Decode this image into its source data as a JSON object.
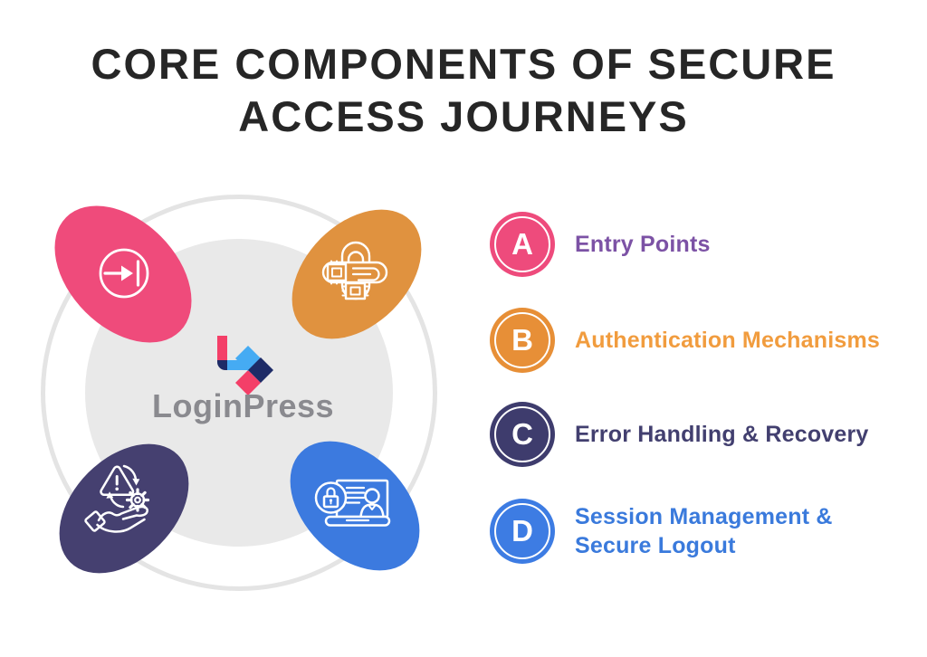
{
  "title": {
    "line1": "CORE COMPONENTS OF SECURE",
    "line2": "ACCESS JOURNEYS"
  },
  "center": {
    "brand": "LoginPress",
    "logo_icon": "loginpress-arrow-logo"
  },
  "legend": {
    "items": [
      {
        "key": "A",
        "label": "Entry Points",
        "badge_color": "#EE4B7C",
        "text_color": "#7C52A5",
        "icon": "login-arrow-icon"
      },
      {
        "key": "B",
        "label": "Authentication Mechanisms",
        "badge_color": "#E78F37",
        "text_color": "#F19C3E",
        "icon": "security-key-icon"
      },
      {
        "key": "C",
        "label": "Error Handling & Recovery",
        "badge_color": "#3E3C6D",
        "text_color": "#423F6F",
        "icon": "error-recovery-icon"
      },
      {
        "key": "D",
        "label": "Session Management &\nSecure Logout",
        "badge_color": "#3D7CE3",
        "text_color": "#3A7ADC",
        "icon": "secure-session-icon"
      }
    ]
  },
  "diagram": {
    "circle_fill": "#E9E9E9",
    "ring_color": "#E4E4E4",
    "blobs": [
      {
        "name": "entry-points",
        "color": "#EF4B7B"
      },
      {
        "name": "authentication-mechanisms",
        "color": "#E0923F"
      },
      {
        "name": "error-handling-recovery",
        "color": "#454070"
      },
      {
        "name": "session-management-secure-logout",
        "color": "#3C7ADF"
      }
    ]
  },
  "colors": {
    "background": "#FFFFFF",
    "title": "#262626",
    "brand_gray": "#8A8A8F",
    "logo_pink": "#F43F68",
    "logo_blue": "#45ABF3",
    "logo_navy": "#1E2B67",
    "icon_stroke": "#FFFFFF"
  }
}
